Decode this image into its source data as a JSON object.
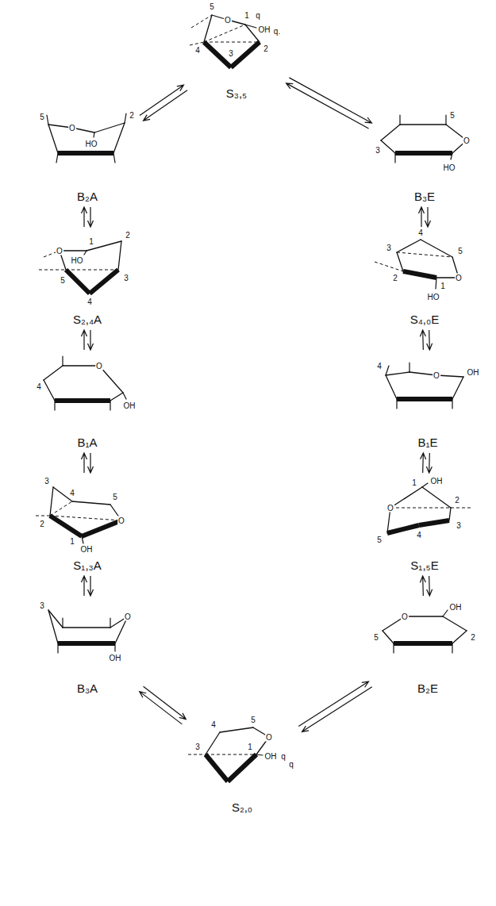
{
  "diagram": {
    "nodes": [
      {
        "text": [
          "S₃,₅"
        ]
      },
      {
        "text": [
          "B₂A"
        ]
      },
      {
        "text": [
          "B₃E"
        ]
      },
      {
        "text": [
          "S₂,₄A"
        ]
      },
      {
        "text": [
          "S₄,₀E"
        ]
      },
      {
        "text": [
          "B₁A"
        ]
      },
      {
        "text": [
          "B₁E"
        ]
      },
      {
        "text": [
          "S₁,₃A"
        ]
      },
      {
        "text": [
          "S₁,₅E"
        ]
      },
      {
        "text": [
          "B₃A"
        ]
      },
      {
        "text": [
          "B₂E"
        ]
      },
      {
        "text": [
          "S₂,₀"
        ]
      }
    ],
    "edges": [
      {
        "from": 0,
        "to": 1,
        "arrow": "both"
      },
      {
        "from": 0,
        "to": 2,
        "arrow": "both"
      },
      {
        "from": 1,
        "to": 3,
        "arrow": "both"
      },
      {
        "from": 3,
        "to": 5,
        "arrow": "both"
      },
      {
        "from": 5,
        "to": 7,
        "arrow": "both"
      },
      {
        "from": 7,
        "to": 9,
        "arrow": "both"
      },
      {
        "from": 9,
        "to": 11,
        "arrow": "both"
      },
      {
        "from": 2,
        "to": 4,
        "arrow": "both"
      },
      {
        "from": 4,
        "to": 6,
        "arrow": "both"
      },
      {
        "from": 6,
        "to": 8,
        "arrow": "both"
      },
      {
        "from": 8,
        "to": 10,
        "arrow": "both"
      },
      {
        "from": 10,
        "to": 11,
        "arrow": "both"
      }
    ],
    "labels": [
      "5",
      "O",
      "1",
      "q",
      "OH",
      "q.",
      "4",
      "2",
      "3",
      "5",
      "O",
      "2",
      "HO",
      "5",
      "3",
      "HO",
      "O",
      "2",
      "1",
      "O",
      "HO",
      "5",
      "3",
      "4",
      "4",
      "3",
      "5",
      "2",
      "1",
      "HO",
      "O",
      "O",
      "4",
      "OH",
      "4",
      "O",
      "OH",
      "3",
      "4",
      "5",
      "2",
      "O",
      "1",
      "OH",
      "1",
      "OH",
      "2",
      "O",
      "3",
      "4",
      "5",
      "3",
      "O",
      "OH",
      "O",
      "OH",
      "5",
      "2",
      "4",
      "5",
      "O",
      "3",
      "1",
      "OH",
      "q",
      "q"
    ]
  }
}
